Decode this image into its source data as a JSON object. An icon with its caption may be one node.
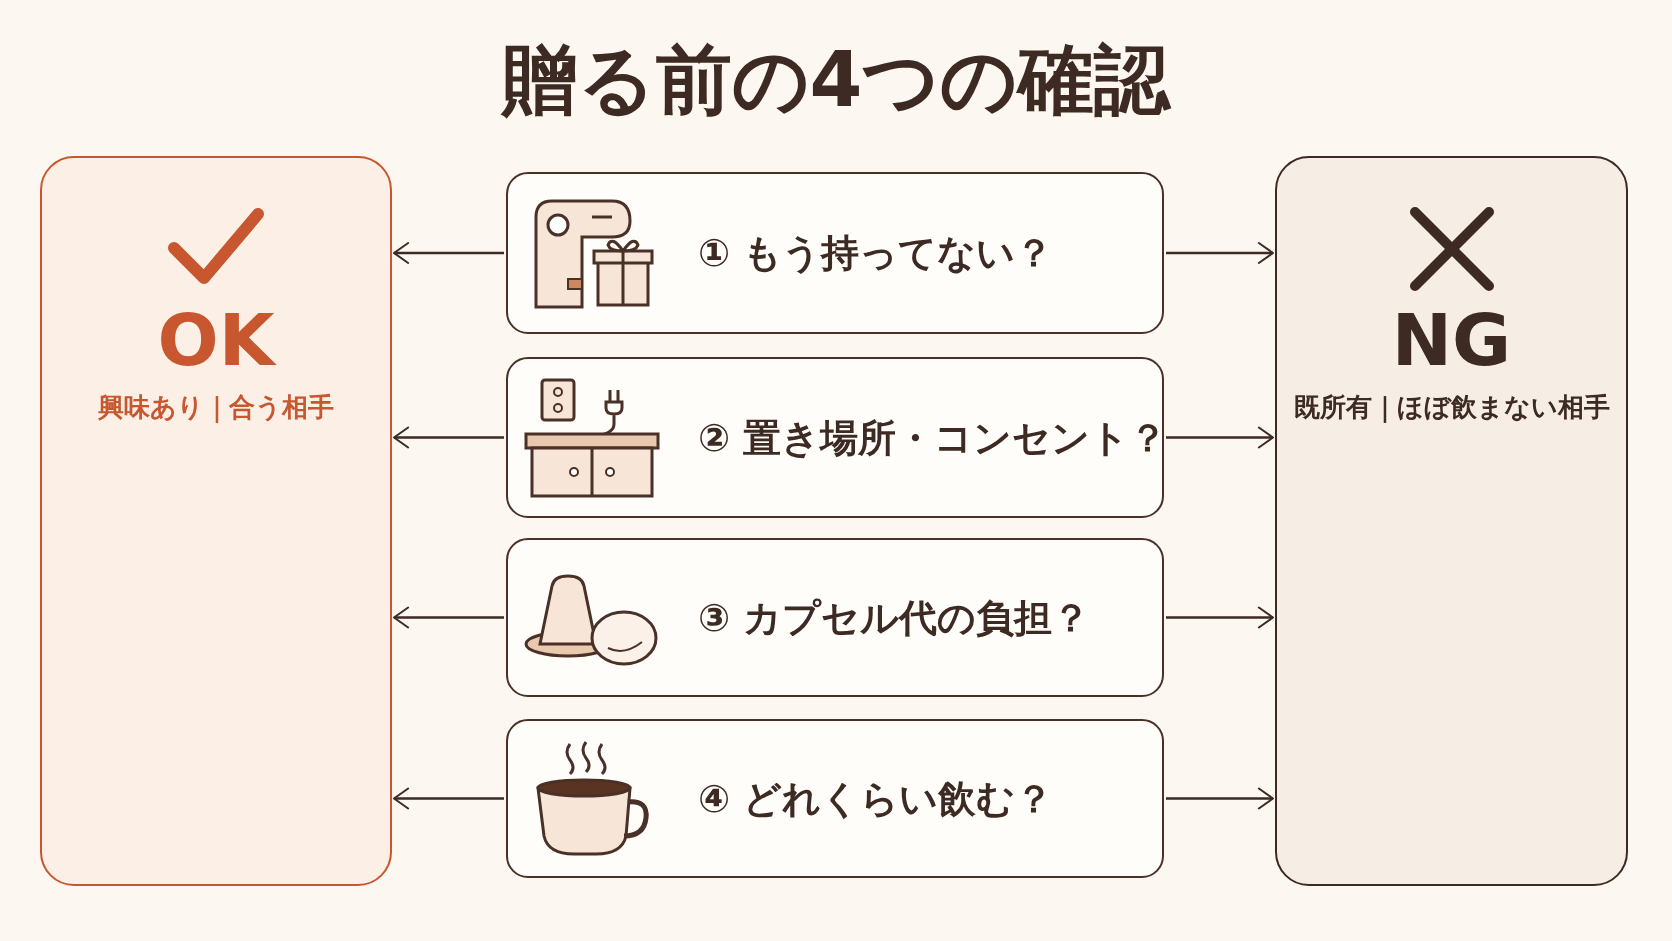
{
  "diagram": {
    "title": "贈る前の4つの確認",
    "nodes": [
      {
        "text": [
          "OK",
          "興味あり｜合う相手"
        ]
      },
      {
        "text": [
          "① もう持ってない？"
        ]
      },
      {
        "text": [
          "② 置き場所・コンセント？"
        ]
      },
      {
        "text": [
          "③ カプセル代の負担？"
        ]
      },
      {
        "text": [
          "④ どれくらい飲む？"
        ]
      },
      {
        "text": [
          "NG",
          "既所有｜ほぼ飲まない相手"
        ]
      }
    ],
    "edges": [
      {
        "from": 1,
        "to": 0,
        "arrow": "to"
      },
      {
        "from": 1,
        "to": 5,
        "arrow": "to"
      },
      {
        "from": 2,
        "to": 0,
        "arrow": "to"
      },
      {
        "from": 2,
        "to": 5,
        "arrow": "to"
      },
      {
        "from": 3,
        "to": 0,
        "arrow": "to"
      },
      {
        "from": 3,
        "to": 5,
        "arrow": "to"
      },
      {
        "from": 4,
        "to": 0,
        "arrow": "to"
      },
      {
        "from": 4,
        "to": 5,
        "arrow": "to"
      }
    ]
  }
}
